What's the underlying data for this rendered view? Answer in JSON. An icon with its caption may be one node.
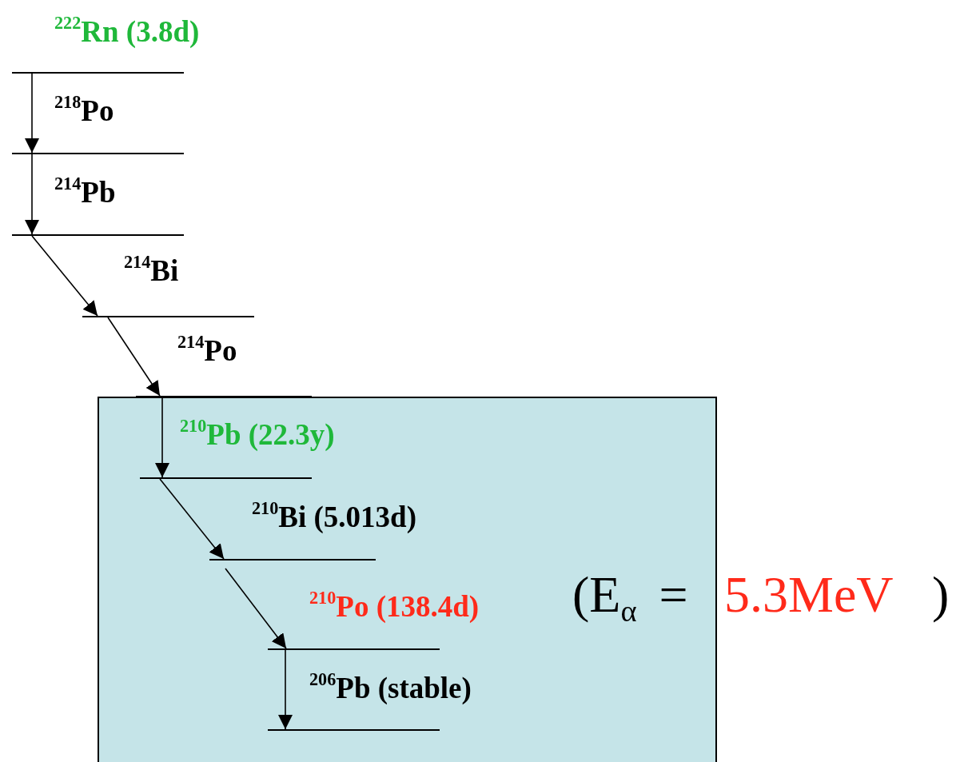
{
  "diagram": {
    "nodes": [
      {
        "text": [],
        "shape": "box"
      },
      {
        "text": [
          "$^{222}$Rn (3.8d)"
        ]
      },
      {
        "text": [
          "$^{218}$Po"
        ]
      },
      {
        "text": [
          "$^{214}$Pb"
        ]
      },
      {
        "text": [
          "$^{214}$Bi"
        ]
      },
      {
        "text": [
          "$^{214}$Po"
        ]
      },
      {
        "text": [
          "$^{210}$Pb (22.3y)"
        ],
        "in": 0
      },
      {
        "text": [
          "$^{210}$Bi (5.013d)"
        ],
        "in": 0
      },
      {
        "text": [
          "$^{210}$Po (138.4d)"
        ],
        "in": 0,
        "beside": [
          "(E$_{α}$ =",
          "5.3MeV",
          ")"
        ]
      },
      {
        "text": [
          "$^{206}$Pb (stable)"
        ],
        "in": 0
      }
    ],
    "edges": [
      {
        "from": 1,
        "to": 2,
        "arrow": "to"
      },
      {
        "from": 2,
        "to": 3,
        "arrow": "to"
      },
      {
        "from": 3,
        "to": 4,
        "arrow": "to"
      },
      {
        "from": 4,
        "to": 5,
        "arrow": "to"
      },
      {
        "from": 5,
        "to": 6,
        "arrow": "to"
      },
      {
        "from": 6,
        "to": 7,
        "arrow": "to"
      },
      {
        "from": 7,
        "to": 8,
        "arrow": "to"
      },
      {
        "from": 8,
        "to": 9,
        "arrow": "to"
      }
    ]
  }
}
